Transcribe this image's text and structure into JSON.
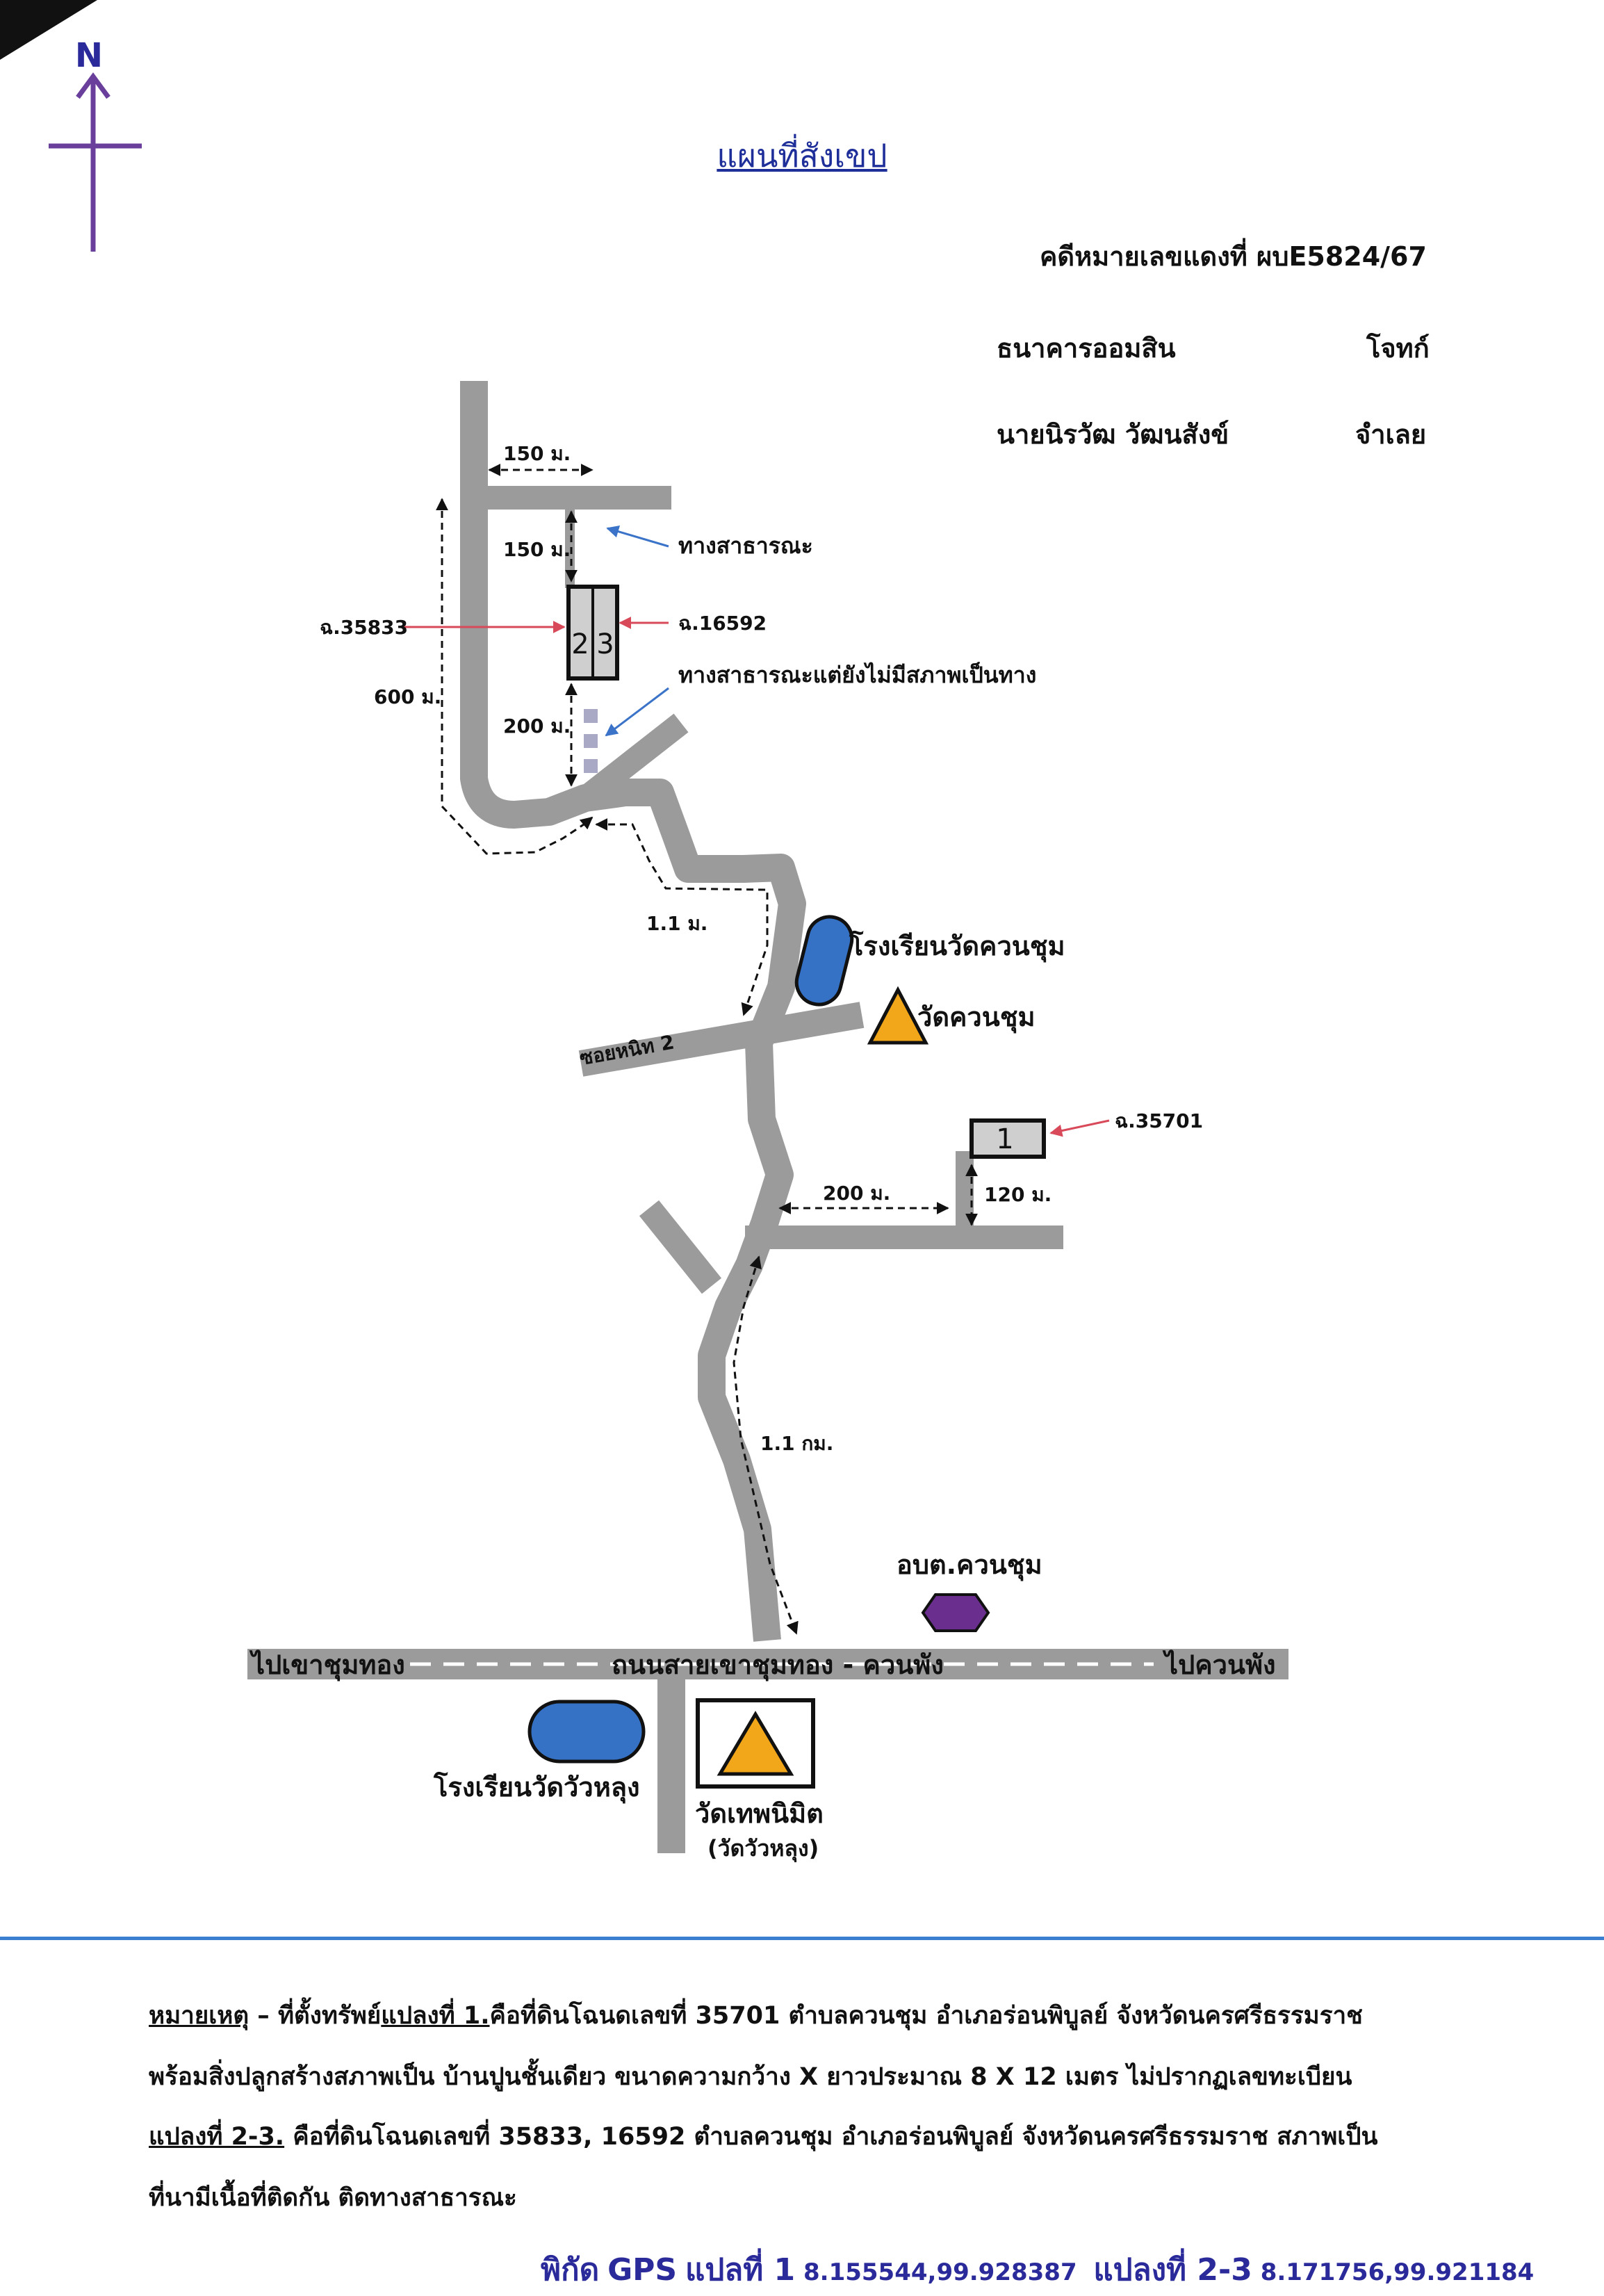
{
  "north": {
    "label": "N"
  },
  "header": {
    "title": "แผนที่สังเขป",
    "case_label": "คดีหมายเลขแดงที่ ผบ",
    "case_number": "E5824/67",
    "plaintiff_name": "ธนาคารออมสิน",
    "plaintiff_role": "โจทก์",
    "defendant_name": "นายนิรวัฒ  วัฒนสังข์",
    "defendant_role": "จำเลย"
  },
  "map": {
    "dist_150_top": "150 ม.",
    "dist_150_side": "150 ม.",
    "dist_600": "600 ม.",
    "dist_200_left": "200 ม.",
    "dist_1_1m": "1.1 ม.",
    "dist_200_right": "200 ม.",
    "dist_120": "120 ม.",
    "dist_1_1km": "1.1 กม.",
    "public_road": "ทางสาธารณะ",
    "public_road_unbuilt": "ทางสาธารณะแต่ยังไม่มีสภาพเป็นทาง",
    "deed_35833": "ฉ.35833",
    "deed_16592": "ฉ.16592",
    "deed_35701": "ฉ.35701",
    "plot_2": "2",
    "plot_3": "3",
    "plot_1": "1",
    "school_khuan_chum": "โรงเรียนวัดควนชุม",
    "wat_khuan_chum": "วัดควนชุม",
    "soi": "ซอยหนิท 2",
    "obt": "อบต.ควนชุม",
    "to_khao_chum_thong": "ไปเขาชุมทอง",
    "main_road": "ถนนสายเขาชุมทอง - ควนพัง",
    "to_khuan_phang": "ไปควนพัง",
    "school_wua_lung": "โรงเรียนวัดวัวหลุง",
    "wat_thep_nimit": "วัดเทพนิมิต",
    "wat_wua_lung": "(วัดวัวหลุง)"
  },
  "note": {
    "label": "หมายเหตุ",
    "dash": " – ที่ตั้งทรัพย์",
    "plot1_label": "แปลงที่ 1.",
    "line1_rest": "คือที่ดินโฉนดเลขที่ 35701 ตำบลควนชุม  อำเภอร่อนพิบูลย์  จังหวัดนครศรีธรรมราช",
    "line2": "พร้อมสิ่งปลูกสร้างสภาพเป็น บ้านปูนชั้นเดียว ขนาดความกว้าง X ยาวประมาณ 8 X 12 เมตร ไม่ปรากฏเลขทะเบียน",
    "plot23_label": "แปลงที่ 2-3.",
    "line3_rest": " คือที่ดินโฉนดเลขที่ 35833, 16592  ตำบลควนชุม  อำเภอร่อนพิบูลย์  จังหวัดนครศรีธรรมราช สภาพเป็น",
    "line4": "ที่นามีเนื้อที่ติดกัน ติดทางสาธารณะ"
  },
  "gps": {
    "label_prefix": "พิกัด",
    "label_gps": "GPS",
    "plot1_label": "แปลที่ 1",
    "plot1_coords": "8.155544,99.928387",
    "plot23_label": "แปลงที่ 2-3",
    "plot23_coords": "8.171756,99.921184"
  },
  "colors": {
    "road": "#9b9b9b",
    "school": "#3572c6",
    "temple": "#f2a71b",
    "obt": "#6a2f8e",
    "compass": "#6a3f9c",
    "title": "#1f2f9a",
    "divider": "#3b7fd0",
    "red_arrow": "#d84a5a",
    "blue_arrow": "#3a73c8"
  }
}
